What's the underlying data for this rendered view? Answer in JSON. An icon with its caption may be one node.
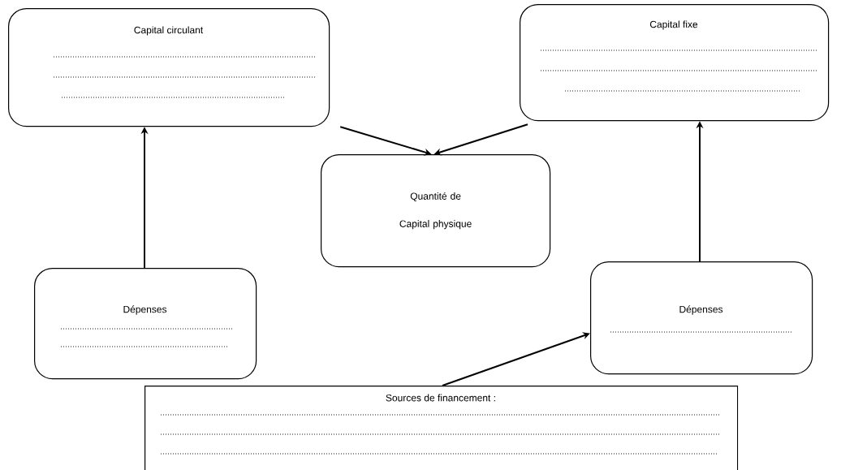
{
  "diagram": {
    "nodes": [
      {
        "text": [
          "Capital circulant"
        ]
      },
      {
        "text": [
          "Capital fixe"
        ]
      },
      {
        "text": [
          "Quantité de Capital physique"
        ]
      },
      {
        "text": [
          "Dépenses"
        ]
      },
      {
        "text": [
          "Dépenses"
        ]
      },
      {
        "text": [
          "Sources de financement :"
        ]
      }
    ],
    "edges": [
      {
        "from": 3,
        "to": 0,
        "arrow": "to"
      },
      {
        "from": 4,
        "to": 1,
        "arrow": "to"
      },
      {
        "from": 5,
        "to": 4,
        "arrow": "to"
      },
      {
        "from": 0,
        "to": 2,
        "arrow": "to"
      },
      {
        "from": 1,
        "to": 2,
        "arrow": "to"
      }
    ]
  }
}
